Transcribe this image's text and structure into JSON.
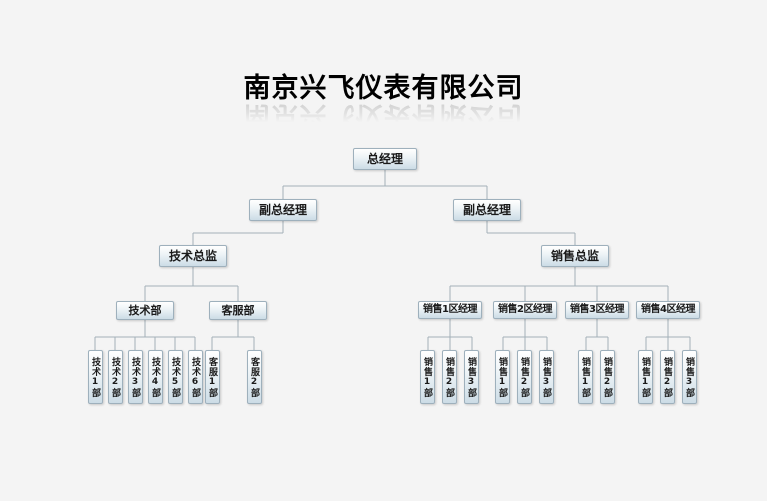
{
  "page": {
    "title": "南京兴飞仪表有限公司",
    "background_color": "#f4f4f4"
  },
  "org": {
    "root": "总经理",
    "deputies": [
      "副总经理",
      "副总经理"
    ],
    "tech_branch": {
      "director": "技术总监",
      "departments": [
        {
          "label": "技术部",
          "teams": [
            "技术1部",
            "技术2部",
            "技术3部",
            "技术4部",
            "技术5部",
            "技术6部"
          ]
        },
        {
          "label": "客服部",
          "teams": [
            "客服1部",
            "客服2部"
          ]
        }
      ]
    },
    "sales_branch": {
      "director": "销售总监",
      "regions": [
        {
          "label": "销售1区经理",
          "teams": [
            "销售1部",
            "销售2部",
            "销售3部"
          ]
        },
        {
          "label": "销售2区经理",
          "teams": [
            "销售1部",
            "销售2部",
            "销售3部"
          ]
        },
        {
          "label": "销售3区经理",
          "teams": [
            "销售1部",
            "销售2部"
          ]
        },
        {
          "label": "销售4区经理",
          "teams": [
            "销售1部",
            "销售2部",
            "销售3部"
          ]
        }
      ]
    },
    "colors": {
      "box_border": "#9eb0bc",
      "box_gradient_top": "#ffffff",
      "box_gradient_bottom": "#ccdce6",
      "connector_line": "#a3b0b8",
      "title_text": "#000000"
    }
  }
}
